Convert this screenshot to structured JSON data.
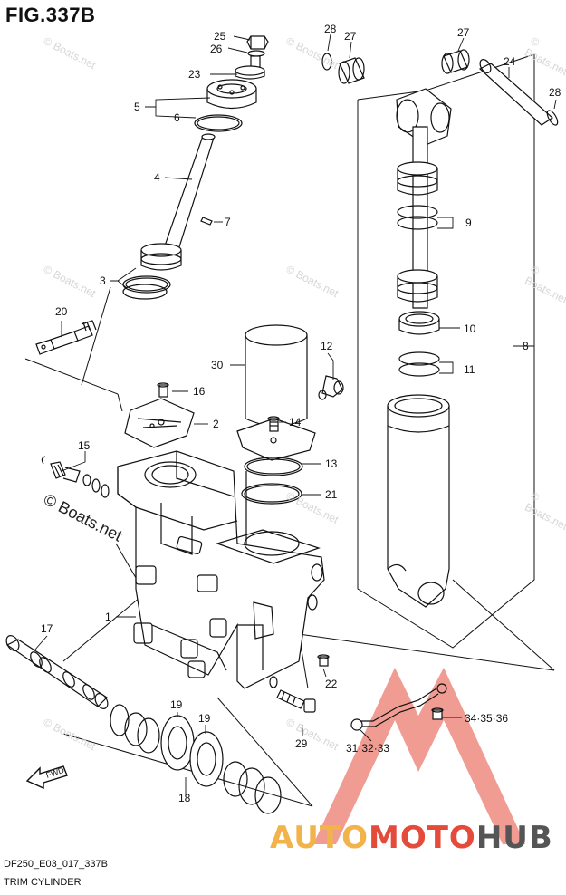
{
  "figure": {
    "title": "FIG.337B",
    "code": "DF250_E03_017_337B",
    "caption": "TRIM CYLINDER"
  },
  "watermark": {
    "main": "© Boats.net",
    "tile": "© Boats.net"
  },
  "brand": {
    "part1": "AUTO",
    "part2": "MOTO",
    "part3": "HUB"
  },
  "fwd_label": "FWD",
  "colors": {
    "line": "#111111",
    "brand_orange": "#f2b34a",
    "brand_red": "#e44b3a",
    "brand_gray": "#555555",
    "watermark": "#d6d6d6"
  },
  "callouts": [
    {
      "id": "25",
      "label": "25"
    },
    {
      "id": "26",
      "label": "26"
    },
    {
      "id": "23",
      "label": "23"
    },
    {
      "id": "5",
      "label": "5"
    },
    {
      "id": "6",
      "label": "6"
    },
    {
      "id": "4",
      "label": "4"
    },
    {
      "id": "7",
      "label": "7"
    },
    {
      "id": "3",
      "label": "3"
    },
    {
      "id": "20",
      "label": "20"
    },
    {
      "id": "16",
      "label": "16"
    },
    {
      "id": "2",
      "label": "2"
    },
    {
      "id": "30",
      "label": "30"
    },
    {
      "id": "12",
      "label": "12"
    },
    {
      "id": "14",
      "label": "14"
    },
    {
      "id": "15",
      "label": "15"
    },
    {
      "id": "13",
      "label": "13"
    },
    {
      "id": "21",
      "label": "21"
    },
    {
      "id": "1",
      "label": "1"
    },
    {
      "id": "17",
      "label": "17"
    },
    {
      "id": "22",
      "label": "22"
    },
    {
      "id": "19a",
      "label": "19"
    },
    {
      "id": "19b",
      "label": "19"
    },
    {
      "id": "29",
      "label": "29"
    },
    {
      "id": "18",
      "label": "18"
    },
    {
      "id": "28a",
      "label": "28"
    },
    {
      "id": "27a",
      "label": "27"
    },
    {
      "id": "27b",
      "label": "27"
    },
    {
      "id": "24",
      "label": "24"
    },
    {
      "id": "28b",
      "label": "28"
    },
    {
      "id": "9",
      "label": "9"
    },
    {
      "id": "8",
      "label": "8"
    },
    {
      "id": "10",
      "label": "10"
    },
    {
      "id": "11",
      "label": "11"
    },
    {
      "id": "343536",
      "label": "34·35·36"
    },
    {
      "id": "313233",
      "label": "31·32·33"
    }
  ]
}
